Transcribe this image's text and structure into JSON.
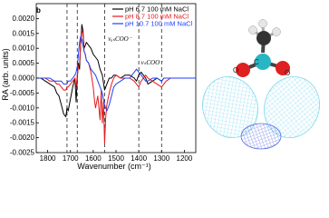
{
  "chart_data": {
    "type": "line",
    "panel_label": "b",
    "xlabel": "Wavenumber (cm⁻¹)",
    "ylabel": "RA (arb. units)",
    "xlim": [
      1850,
      1150
    ],
    "ylim": [
      -0.0025,
      0.0025
    ],
    "x_ticks": [
      1800,
      1700,
      1600,
      1500,
      1400,
      1300,
      1200
    ],
    "x_tick_labels": [
      "1800",
      "1700",
      "1600",
      "1500",
      "1400",
      "1300",
      "1200"
    ],
    "y_ticks": [
      0.002,
      0.0015,
      0.001,
      0.0005,
      0.0,
      -0.0005,
      -0.001,
      -0.0015,
      -0.002,
      -0.0025
    ],
    "y_tick_labels": [
      "0.0020",
      "0.0015",
      "0.0010",
      "0.0005",
      "0.0000",
      "-0.0005",
      "-0.0010",
      "-0.0015",
      "-0.0020",
      "-0.0025"
    ],
    "legend_position": "top-right",
    "dashed_lines_x": [
      1715,
      1670,
      1550,
      1400,
      1300
    ],
    "annotations": [
      {
        "text": "νₐₛCOO⁻",
        "x": 1535,
        "y": 0.00125
      },
      {
        "text": "νₛCOO⁻",
        "x": 1390,
        "y": 0.00045
      }
    ],
    "series": [
      {
        "name": "pH 6.7 100 mM NaCl",
        "color": "#000000",
        "x": [
          1850,
          1830,
          1810,
          1790,
          1770,
          1760,
          1750,
          1740,
          1730,
          1720,
          1715,
          1710,
          1700,
          1690,
          1680,
          1675,
          1670,
          1665,
          1660,
          1655,
          1650,
          1645,
          1640,
          1635,
          1630,
          1620,
          1610,
          1600,
          1590,
          1580,
          1570,
          1560,
          1550,
          1540,
          1530,
          1520,
          1510,
          1500,
          1480,
          1460,
          1440,
          1420,
          1410,
          1400,
          1390,
          1380,
          1370,
          1360,
          1340,
          1320,
          1300,
          1290,
          1280,
          1260,
          1240,
          1220,
          1200,
          1180,
          1160,
          1150
        ],
        "y": [
          0.0,
          0.0,
          -0.0001,
          -0.0002,
          -0.0003,
          -0.0005,
          -0.0006,
          -0.0009,
          -0.0012,
          -0.0013,
          -0.001,
          -0.0011,
          -0.0007,
          -0.0003,
          0.0,
          -0.0008,
          0.0,
          0.0005,
          0.0003,
          0.0012,
          0.0018,
          0.0016,
          0.001,
          0.0011,
          0.0012,
          0.0011,
          0.001,
          0.0008,
          0.0007,
          0.0006,
          0.0003,
          0.0001,
          -0.0004,
          -0.0002,
          0.0,
          0.0,
          0.0001,
          0.0001,
          0.0,
          0.0001,
          0.0001,
          0.0,
          -0.0001,
          0.0001,
          0.0002,
          0.0001,
          0.0,
          -0.0002,
          -0.0001,
          0.0,
          -0.0001,
          0.0,
          0.0,
          0.0,
          0.0,
          0.0,
          0.0,
          0.0,
          0.0,
          0.0
        ]
      },
      {
        "name": "pH 8.7 100 mM NaCl",
        "color": "#e41a1c",
        "x": [
          1850,
          1830,
          1810,
          1790,
          1770,
          1760,
          1750,
          1740,
          1730,
          1720,
          1715,
          1710,
          1700,
          1690,
          1680,
          1675,
          1670,
          1665,
          1660,
          1655,
          1650,
          1645,
          1640,
          1635,
          1630,
          1620,
          1610,
          1600,
          1595,
          1590,
          1580,
          1570,
          1565,
          1560,
          1555,
          1550,
          1545,
          1540,
          1530,
          1520,
          1510,
          1500,
          1480,
          1460,
          1440,
          1420,
          1410,
          1400,
          1390,
          1380,
          1370,
          1360,
          1340,
          1320,
          1300,
          1290,
          1280,
          1260,
          1240,
          1220,
          1200,
          1180,
          1160,
          1150
        ],
        "y": [
          0.0,
          0.0,
          0.0,
          -0.0001,
          -0.0001,
          -0.0002,
          -0.0002,
          -0.0003,
          -0.0004,
          -0.0004,
          -0.0003,
          -0.0003,
          -0.0002,
          -0.0001,
          0.0,
          -0.0003,
          0.0001,
          0.0004,
          0.0005,
          0.0011,
          0.0016,
          0.0015,
          0.0009,
          0.0008,
          0.0006,
          0.0005,
          0.0002,
          -0.0003,
          -0.0007,
          -0.001,
          -0.0006,
          -0.0014,
          -0.0004,
          -0.0015,
          -0.0008,
          -0.0022,
          -0.0013,
          -0.0009,
          -0.0005,
          -0.0002,
          0.0,
          0.0001,
          0.0,
          0.0,
          0.0,
          -0.0001,
          -0.0002,
          -0.0003,
          -0.0001,
          0.0,
          0.0001,
          0.0,
          -0.0001,
          -0.0002,
          -0.0003,
          -0.0002,
          -0.0001,
          0.0,
          0.0,
          0.0,
          0.0,
          0.0,
          0.0,
          0.0
        ]
      },
      {
        "name": "pH 10.7 100 mM NaCl",
        "color": "#1f3fff",
        "x": [
          1850,
          1830,
          1810,
          1790,
          1770,
          1760,
          1750,
          1740,
          1730,
          1720,
          1715,
          1710,
          1700,
          1690,
          1680,
          1675,
          1670,
          1665,
          1660,
          1655,
          1650,
          1645,
          1640,
          1635,
          1630,
          1620,
          1610,
          1600,
          1590,
          1580,
          1570,
          1560,
          1550,
          1540,
          1530,
          1520,
          1510,
          1500,
          1480,
          1460,
          1440,
          1420,
          1410,
          1400,
          1390,
          1380,
          1370,
          1360,
          1340,
          1320,
          1300,
          1290,
          1280,
          1260,
          1240,
          1220,
          1200,
          1180,
          1160,
          1150
        ],
        "y": [
          0.0,
          0.0,
          0.0,
          0.0,
          -0.0001,
          -0.0001,
          -0.0001,
          -0.0001,
          -0.0002,
          -0.0002,
          -0.0002,
          -0.0001,
          -0.0001,
          0.0,
          0.0001,
          0.0002,
          0.0004,
          0.0008,
          0.0012,
          0.0014,
          0.0013,
          0.0011,
          0.0009,
          0.0008,
          0.0006,
          0.0005,
          0.0003,
          0.0002,
          0.0001,
          -0.0001,
          -0.0003,
          -0.0005,
          -0.0009,
          -0.0011,
          -0.0009,
          -0.0006,
          -0.0003,
          -0.0002,
          -0.0001,
          0.0,
          0.0,
          0.0002,
          0.0003,
          0.0002,
          0.0001,
          0.0,
          -0.0001,
          -0.0001,
          0.0,
          0.0,
          -0.0001,
          0.0,
          0.0,
          0.0,
          0.0,
          0.0,
          0.0,
          0.0,
          0.0,
          0.0
        ]
      }
    ]
  },
  "molecule": {
    "atom_labels": [
      "C",
      "O",
      "O"
    ]
  }
}
